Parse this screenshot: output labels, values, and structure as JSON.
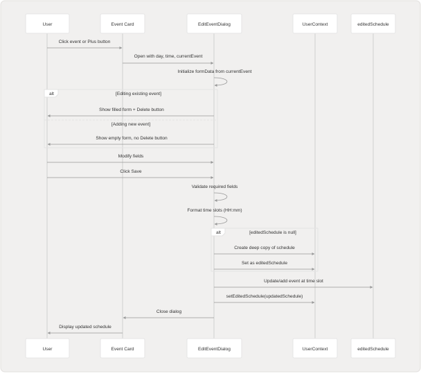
{
  "participants": [
    {
      "id": "user",
      "label": "User"
    },
    {
      "id": "card",
      "label": "Event Card"
    },
    {
      "id": "dialog",
      "label": "EditEventDialog"
    },
    {
      "id": "ctx",
      "label": "UserContext"
    },
    {
      "id": "sched",
      "label": "editedSchedule"
    }
  ],
  "messages": [
    {
      "from": "user",
      "to": "card",
      "text": "Click event or Plus button"
    },
    {
      "from": "card",
      "to": "dialog",
      "text": "Open with day, time, currentEvent"
    },
    {
      "from": "dialog",
      "to": "dialog",
      "text": "Initialize formData from currentEvent"
    },
    {
      "from": "dialog",
      "to": "user",
      "text": "Show filled form + Delete button"
    },
    {
      "from": "dialog",
      "to": "user",
      "text": "Show empty form, no Delete button"
    },
    {
      "from": "user",
      "to": "dialog",
      "text": "Modify fields"
    },
    {
      "from": "user",
      "to": "dialog",
      "text": "Click Save"
    },
    {
      "from": "dialog",
      "to": "dialog",
      "text": "Validate required fields"
    },
    {
      "from": "dialog",
      "to": "dialog",
      "text": "Format time slots (HH:mm)"
    },
    {
      "from": "dialog",
      "to": "ctx",
      "text": "Create deep copy of schedule"
    },
    {
      "from": "dialog",
      "to": "ctx",
      "text": "Set as editedSchedule"
    },
    {
      "from": "dialog",
      "to": "sched",
      "text": "Update/add event at time slot"
    },
    {
      "from": "dialog",
      "to": "ctx",
      "text": "setEditedSchedule(updatedSchedule)"
    },
    {
      "from": "dialog",
      "to": "card",
      "text": "Close dialog"
    },
    {
      "from": "card",
      "to": "user",
      "text": "Display updated schedule"
    }
  ],
  "fragments": [
    {
      "keyword": "alt",
      "guard": "[Editing existing event]",
      "else_guard": "[Adding new event]"
    },
    {
      "keyword": "alt",
      "guard": "[editedSchedule is null]"
    }
  ]
}
